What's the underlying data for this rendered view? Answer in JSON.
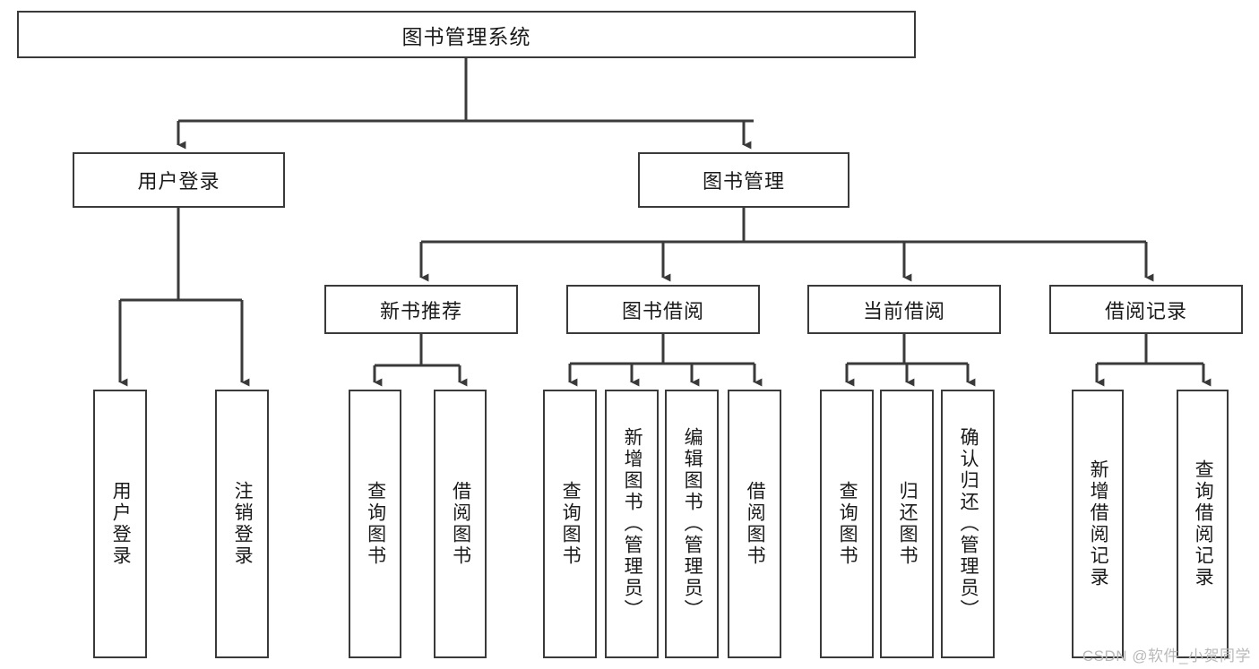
{
  "diagram": {
    "title": "图书管理系统",
    "type": "tree-hierarchy-diagram",
    "colors": {
      "box_border": "#3a3a3a",
      "box_fill": "#ffffff",
      "edge": "#3a3a3a",
      "text": "#1a1a1a",
      "watermark": "#b9b9b9"
    },
    "root": {
      "label": "图书管理系统"
    },
    "level2": [
      {
        "label": "用户登录"
      },
      {
        "label": "图书管理"
      }
    ],
    "level3": [
      {
        "label": "新书推荐"
      },
      {
        "label": "图书借阅"
      },
      {
        "label": "当前借阅"
      },
      {
        "label": "借阅记录"
      }
    ],
    "leaves": {
      "user_login": [
        {
          "label": "用户登录"
        },
        {
          "label": "注销登录"
        }
      ],
      "new_book_recommend": [
        {
          "label": "查询图书"
        },
        {
          "label": "借阅图书"
        }
      ],
      "book_borrow": [
        {
          "label": "查询图书"
        },
        {
          "label": "新增图书（管理员）"
        },
        {
          "label": "编辑图书（管理员）"
        },
        {
          "label": "借阅图书"
        }
      ],
      "current_borrow": [
        {
          "label": "查询图书"
        },
        {
          "label": "归还图书"
        },
        {
          "label": "确认归还（管理员）"
        }
      ],
      "borrow_records": [
        {
          "label": "新增借阅记录"
        },
        {
          "label": "查询借阅记录"
        }
      ]
    },
    "watermark": "CSDN @软件_小贺同学"
  }
}
